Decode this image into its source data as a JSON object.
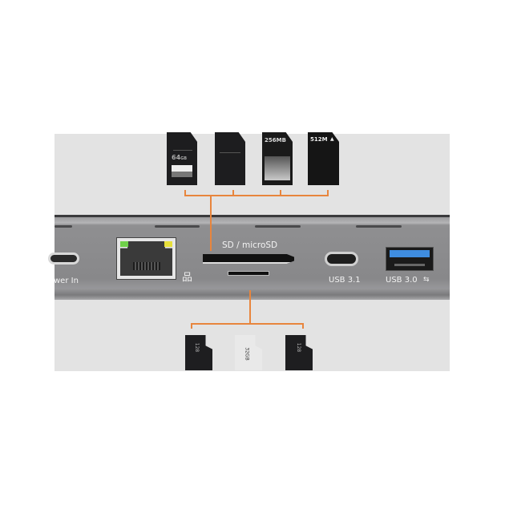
{
  "sd_cards": [
    {
      "label": "64",
      "unit": "GB"
    },
    {
      "label": ""
    },
    {
      "label": "256MB"
    },
    {
      "label": "512M"
    }
  ],
  "microsd_cards": [
    {
      "label": "128"
    },
    {
      "label": "32GB"
    },
    {
      "label": "128"
    }
  ],
  "ports": {
    "power_label": "wer In",
    "sd_label": "SD / microSD",
    "usb31_label": "USB 3.1",
    "usb30_label": "USB 3.0"
  },
  "colors": {
    "accent": "#e8853d",
    "usb3_blue": "#3f8de0",
    "led_green": "#6fd04a",
    "led_yellow": "#e7df3a"
  }
}
